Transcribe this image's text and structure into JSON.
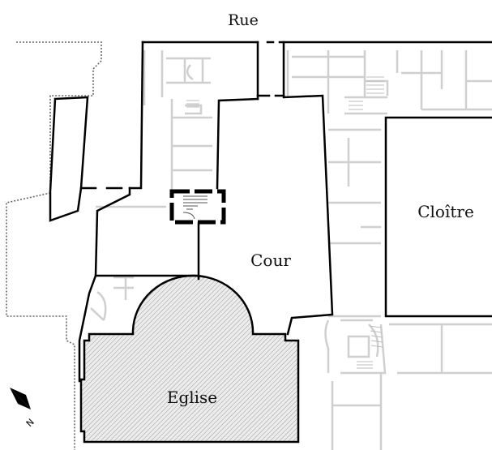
{
  "labels": {
    "street": "Rue",
    "courtyard": "Cour",
    "cloister": "Cloître",
    "church": "Eglise"
  },
  "north": {
    "letter": "N",
    "icon": "north-arrow-icon"
  },
  "colors": {
    "wall": "#000000",
    "faint_wall": "#c8c8c8",
    "hatch": "#9a9a9a",
    "hatch_fill": "#e6e6e6"
  }
}
